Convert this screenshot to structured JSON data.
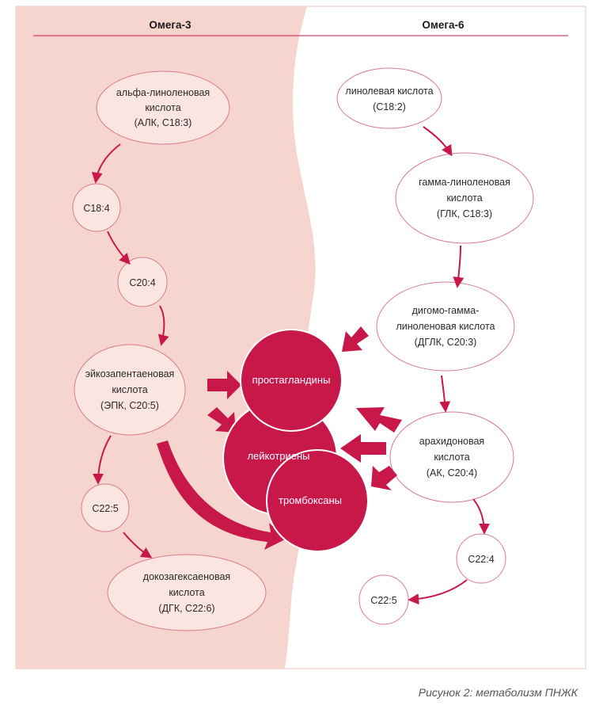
{
  "headers": {
    "omega3": "Омега-3",
    "omega6": "Омега-6"
  },
  "nodes": {
    "alk": [
      "альфа-линоленовая",
      "кислота",
      "(АЛК, С18:3)"
    ],
    "c18_4": [
      "С18:4"
    ],
    "c20_4": [
      "С20:4"
    ],
    "epk": [
      "эйкозапентаеновая",
      "кислота",
      "(ЭПК, С20:5)"
    ],
    "c22_5_left": [
      "С22:5"
    ],
    "dgk": [
      "докозагексаеновая",
      "кислота",
      "(ДГК, С22:6)"
    ],
    "lk": [
      "линолевая кислота",
      "(С18:2)"
    ],
    "glk": [
      "гамма-линоленовая",
      "кислота",
      "(ГЛК, С18:3)"
    ],
    "dglk": [
      "дигомо-гамма-",
      "линоленовая кислота",
      "(ДГЛК, С20:3)"
    ],
    "ak": [
      "арахидоновая",
      "кислота",
      "(АК, С20:4)"
    ],
    "c22_4": [
      "С22:4"
    ],
    "c22_5_right": [
      "С22:5"
    ]
  },
  "eicosanoids": {
    "prostaglandins": "простагландины",
    "leukotrienes": "лейкотриены",
    "thromboxanes": "тромбоксаны"
  },
  "caption": "Рисунок 2: метаболизм ПНЖК",
  "colors": {
    "accent": "#c8184a",
    "omega3_bg": "#f6d5cf",
    "node_stroke": "#d87a93"
  }
}
